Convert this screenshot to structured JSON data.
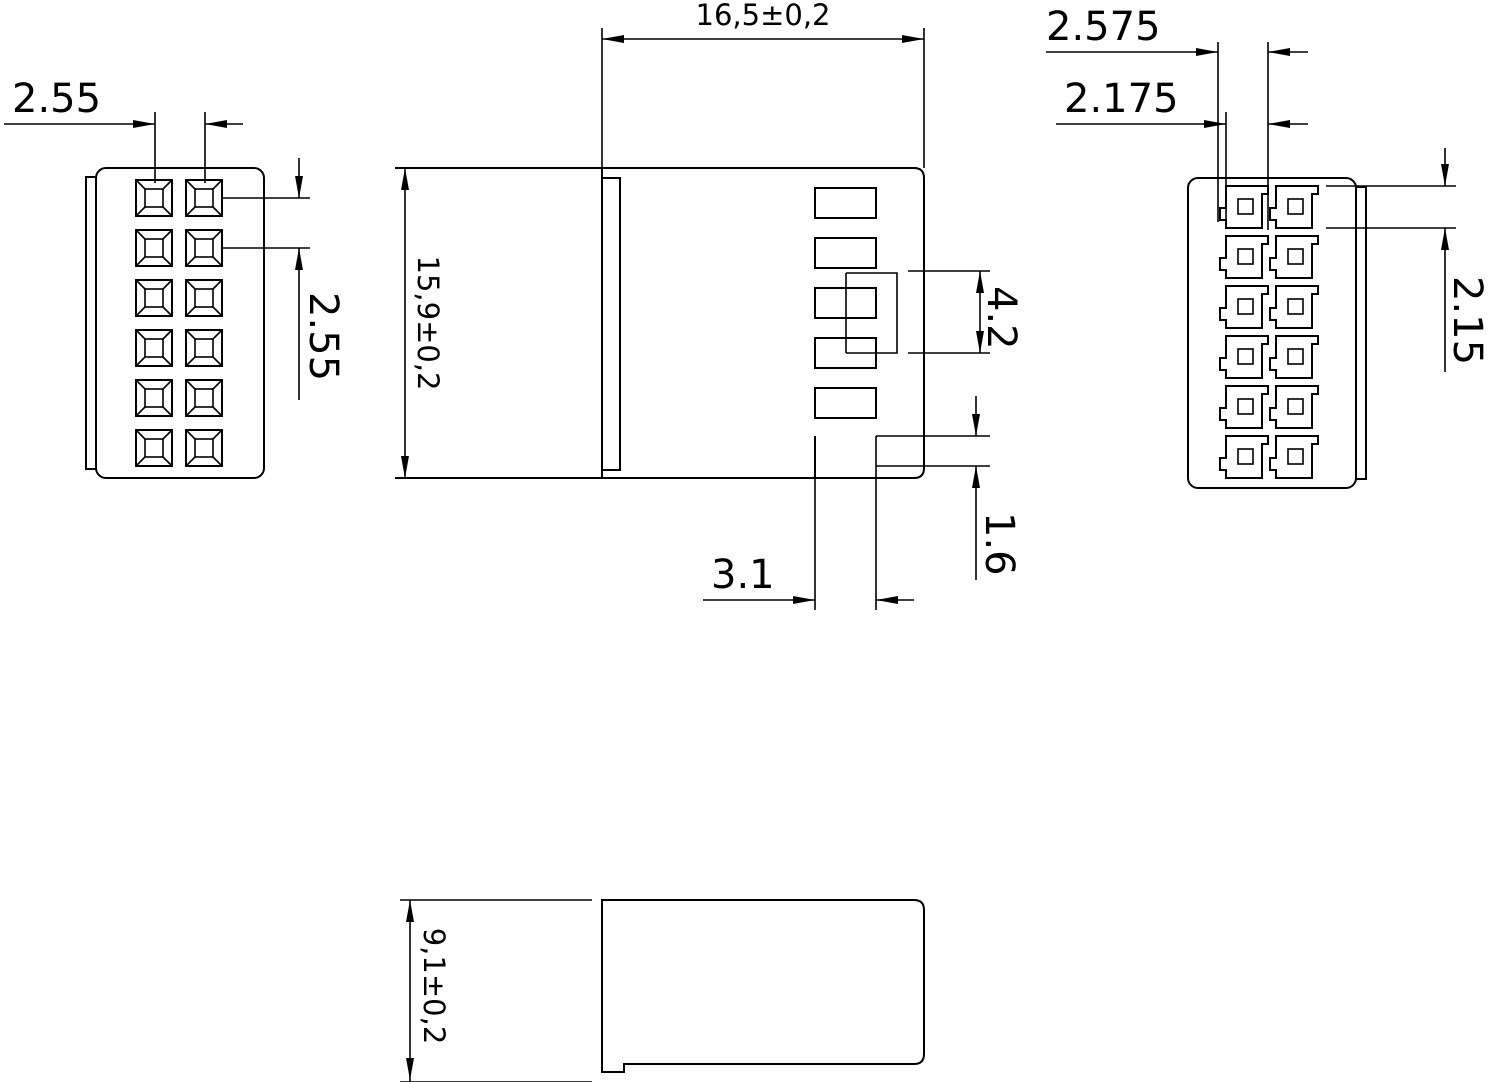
{
  "dimensions": {
    "left_pitch_h": "2.55",
    "left_pitch_v": "2.55",
    "overall_length": "16,5±0,2",
    "overall_height": "15,9±0,2",
    "window_spacing": "4.2",
    "window_height": "1.6",
    "window_width": "3.1",
    "right_outer_pitch": "2.575",
    "right_inner_pitch": "2.175",
    "right_pitch_v": "2.15",
    "bottom_thickness": "9,1±0,2"
  },
  "views": {
    "left_terminal_grid": {
      "rows": 6,
      "cols": 2
    },
    "right_terminal_grid": {
      "rows": 6,
      "cols": 2
    },
    "side_windows": 5
  }
}
